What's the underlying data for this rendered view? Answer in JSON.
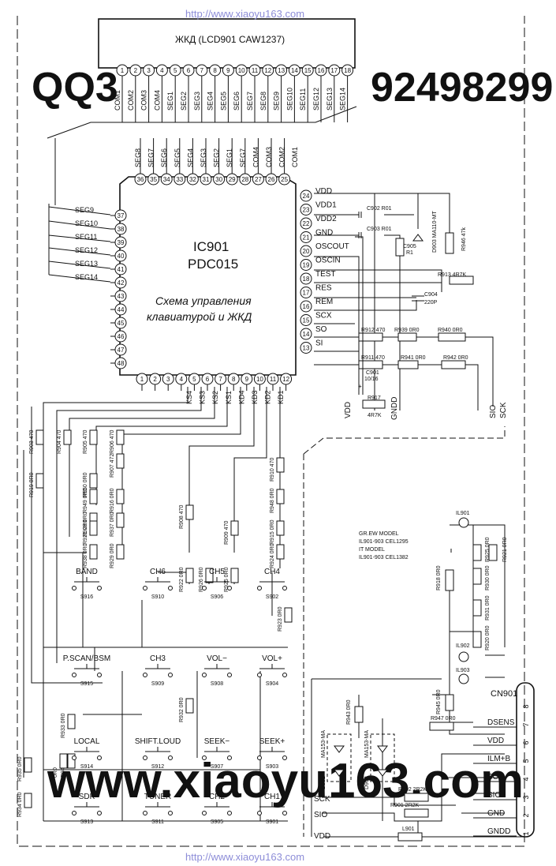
{
  "watermark": {
    "url_top": "http://www.xiaoyu163.com",
    "url_bottom": "http://www.xiaoyu163.com"
  },
  "lcd": {
    "title": "ЖКД (LCD901 CAW1237)",
    "pins": [
      "1",
      "2",
      "3",
      "4",
      "5",
      "6",
      "7",
      "8",
      "9",
      "10",
      "11",
      "12",
      "13",
      "14",
      "15",
      "16",
      "17",
      "18"
    ],
    "signals": [
      "COM1",
      "COM2",
      "COM3",
      "COM4",
      "SEG1",
      "SEG2",
      "SEG3",
      "SEG4",
      "SEG5",
      "SEG6",
      "SEG7",
      "SEG8",
      "SEG9",
      "SEG10",
      "SEG11",
      "SEG12",
      "SEG13",
      "SEG14"
    ]
  },
  "ic": {
    "name": "IC901",
    "part": "PDC015",
    "desc1": "Схема управления",
    "desc2": "клавиатурой и ЖКД",
    "top_pins": [
      "36",
      "35",
      "34",
      "33",
      "32",
      "31",
      "30",
      "29",
      "28",
      "27",
      "26",
      "25"
    ],
    "top_signals": [
      "SEG8",
      "SEG7",
      "SEG6",
      "SEG5",
      "SEG4",
      "SEG3",
      "SEG2",
      "SEG1",
      "SEG7",
      "COM4",
      "COM3",
      "COM2",
      "COM1"
    ],
    "left_pins": [
      "37",
      "38",
      "39",
      "40",
      "41",
      "42",
      "43",
      "44",
      "45",
      "46",
      "47",
      "48"
    ],
    "left_signals": [
      "SEG9",
      "SEG10",
      "SEG11",
      "SEG12",
      "SEG13",
      "SEG14"
    ],
    "right_pins": [
      "24",
      "23",
      "22",
      "21",
      "20",
      "19",
      "18",
      "17",
      "16",
      "15",
      "14",
      "13"
    ],
    "right_signals": [
      "VDD",
      "VDD1",
      "VDD2",
      "GND",
      "OSCOUT",
      "OSCIN",
      "TEST",
      "RES",
      "REM",
      "SCX",
      "SO",
      "SI"
    ],
    "bottom_pins": [
      "1",
      "2",
      "3",
      "4",
      "5",
      "6",
      "7",
      "8",
      "9",
      "10",
      "11",
      "12"
    ],
    "bottom_signals": [
      "KS4",
      "KS3",
      "KS2",
      "KS1",
      "KD4",
      "KD3",
      "KD2",
      "KD1"
    ]
  },
  "parts_right": {
    "c902": "C902 R01",
    "c903": "C903 R01",
    "c905": "C905",
    "r1": "R1",
    "d903": "D903 MA110-MT",
    "r946": "R946 47k",
    "r913": "R913 4R7K",
    "c904": "C904",
    "c904v": "220P",
    "r912": "R912 470",
    "r939": "R939 0R0",
    "r940": "R940 0R0",
    "r911": "R911 470",
    "r941": "R941 0R0",
    "r942": "R942 0R0",
    "c901": "C901",
    "c901v": "10/16",
    "r917": "R917",
    "r917v": "4R7K",
    "vdd": "VDD",
    "gndd": "GNDD",
    "sio": "SIO",
    "sck": "SCK",
    "plus": "+"
  },
  "key_resistors": [
    "R903 470",
    "R904 470",
    "R905 470",
    "R906 470",
    "R907 472",
    "R919 0R0",
    "R950 0R0",
    "R949 0R0",
    "R916 0R0",
    "R928 0R0",
    "R921 0R0",
    "R937 0R0",
    "R938 0R0",
    "R929 0R0",
    "R908 470",
    "R922 0R0",
    "R926 0R0",
    "R909 470",
    "R925 0R0",
    "R910 470",
    "R948 0R0",
    "R915 0R0",
    "R924 0R0",
    "R923 0R0",
    "R932 0R0",
    "R933 0R0",
    "R944",
    "0R0",
    "R935 0R0",
    "R934 0R0"
  ],
  "switches": [
    {
      "label": "BAND",
      "ref": "S916"
    },
    {
      "label": "CH6",
      "ref": "S910"
    },
    {
      "label": "CH5",
      "ref": "S906"
    },
    {
      "label": "CH4",
      "ref": "S902"
    },
    {
      "label": "P.SCAN/BSM",
      "ref": "S915"
    },
    {
      "label": "CH3",
      "ref": "S909"
    },
    {
      "label": "VOL−",
      "ref": "S908"
    },
    {
      "label": "VOL+",
      "ref": "S904"
    },
    {
      "label": "LOCAL",
      "ref": "S914"
    },
    {
      "label": "SHIFT.LOUD",
      "ref": "S912"
    },
    {
      "label": "SEEK−",
      "ref": "S907"
    },
    {
      "label": "SEEK+",
      "ref": "S903"
    },
    {
      "label": "SDK",
      "ref": "S913"
    },
    {
      "label": "TUNER",
      "ref": "S911"
    },
    {
      "label": "CH2",
      "ref": "S905"
    },
    {
      "label": "CH1",
      "ref": "S901"
    }
  ],
  "illum": {
    "note1": "GR.EW MODEL",
    "note2": "IL901-903 CEL1295",
    "note3": "IT MODEL",
    "note4": "IL901-903 CEL1382",
    "il901": "IL901",
    "il902": "IL902",
    "il903": "IL903",
    "r918": "R918 0R0",
    "r925": "R925 0R0",
    "r921": "R921 0R0",
    "r930": "R930 0R0",
    "r931": "R931 0R0",
    "r920": "R920 0R0",
    "r945": "R945 0R0",
    "r947": "R947 0R0",
    "r943": "R943 0R0",
    "d901": "D901",
    "d902": "D902",
    "ma1": "MA153-MA",
    "ma2": "MA153-MA",
    "r902": "R902 2R2K",
    "r901": "R901 2R2K",
    "l901": "L901",
    "sck": "SCK",
    "sio": "SIO",
    "vdd": "VDD"
  },
  "connector": {
    "name": "CN901",
    "pins": [
      "8",
      "7",
      "6",
      "5",
      "4",
      "3",
      "2",
      "1"
    ],
    "signals": [
      "DSENS",
      "VDD",
      "ILM+B",
      "SCK",
      "SIO",
      "GND",
      "GNDD"
    ]
  }
}
